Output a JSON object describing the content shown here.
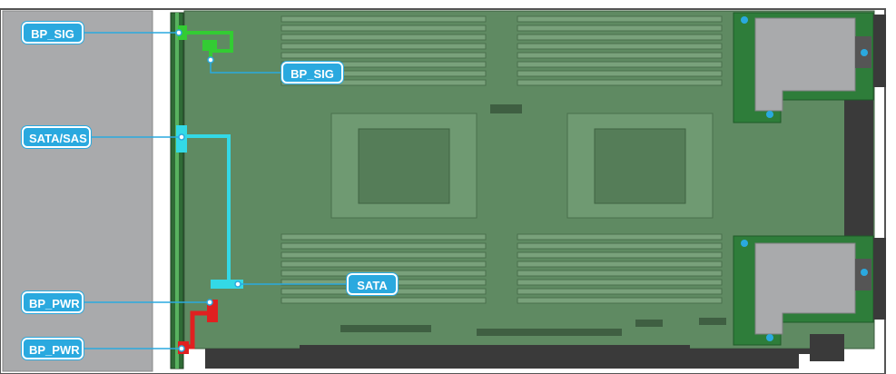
{
  "diagram": {
    "callouts": [
      {
        "id": "bp-sig-left",
        "label": "BP_SIG"
      },
      {
        "id": "bp-sig-board",
        "label": "BP_SIG"
      },
      {
        "id": "sata-sas",
        "label": "SATA/SAS"
      },
      {
        "id": "sata",
        "label": "SATA"
      },
      {
        "id": "bp-pwr-upper",
        "label": "BP_PWR"
      },
      {
        "id": "bp-pwr-lower",
        "label": "BP_PWR"
      }
    ],
    "cables": [
      {
        "name": "bp-sig-cable",
        "color": "#33cc33"
      },
      {
        "name": "sata-cable",
        "color": "#33d9e6"
      },
      {
        "name": "bp-pwr-cable",
        "color": "#e02020"
      }
    ],
    "colors": {
      "callout": "#2aa9df",
      "board": "#5f8a62",
      "backplane": "#a9aaac",
      "leader": "#2aa9df"
    }
  }
}
